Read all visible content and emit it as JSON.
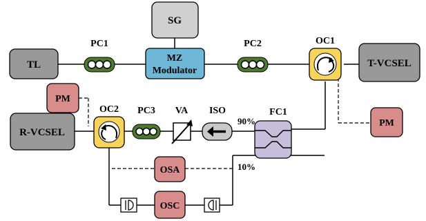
{
  "blocks": {
    "sg": "SG",
    "tl": "TL",
    "mz_line1": "MZ",
    "mz_line2": "Modulator",
    "t_vcsel": "T-VCSEL",
    "r_vcsel": "R-VCSEL",
    "pm_left": "PM",
    "pm_right": "PM",
    "osa": "OSA",
    "osc": "OSC"
  },
  "labels": {
    "pc1": "PC1",
    "pc2": "PC2",
    "pc3": "PC3",
    "oc1": "OC1",
    "oc2": "OC2",
    "va": "VA",
    "iso": "ISO",
    "fc1": "FC1",
    "split_90": "90%",
    "split_10": "10%"
  },
  "colors": {
    "gray_block": "#999999",
    "light_gray_block": "#d0d0d0",
    "mz_blue": "#6fb7d6",
    "red_block": "#d98c8c",
    "pc_green": "#4e7a2e",
    "oc_yellow": "#f7d45c",
    "fc_purple": "#c6bfdc",
    "iso_gray": "#c9c9c9"
  }
}
